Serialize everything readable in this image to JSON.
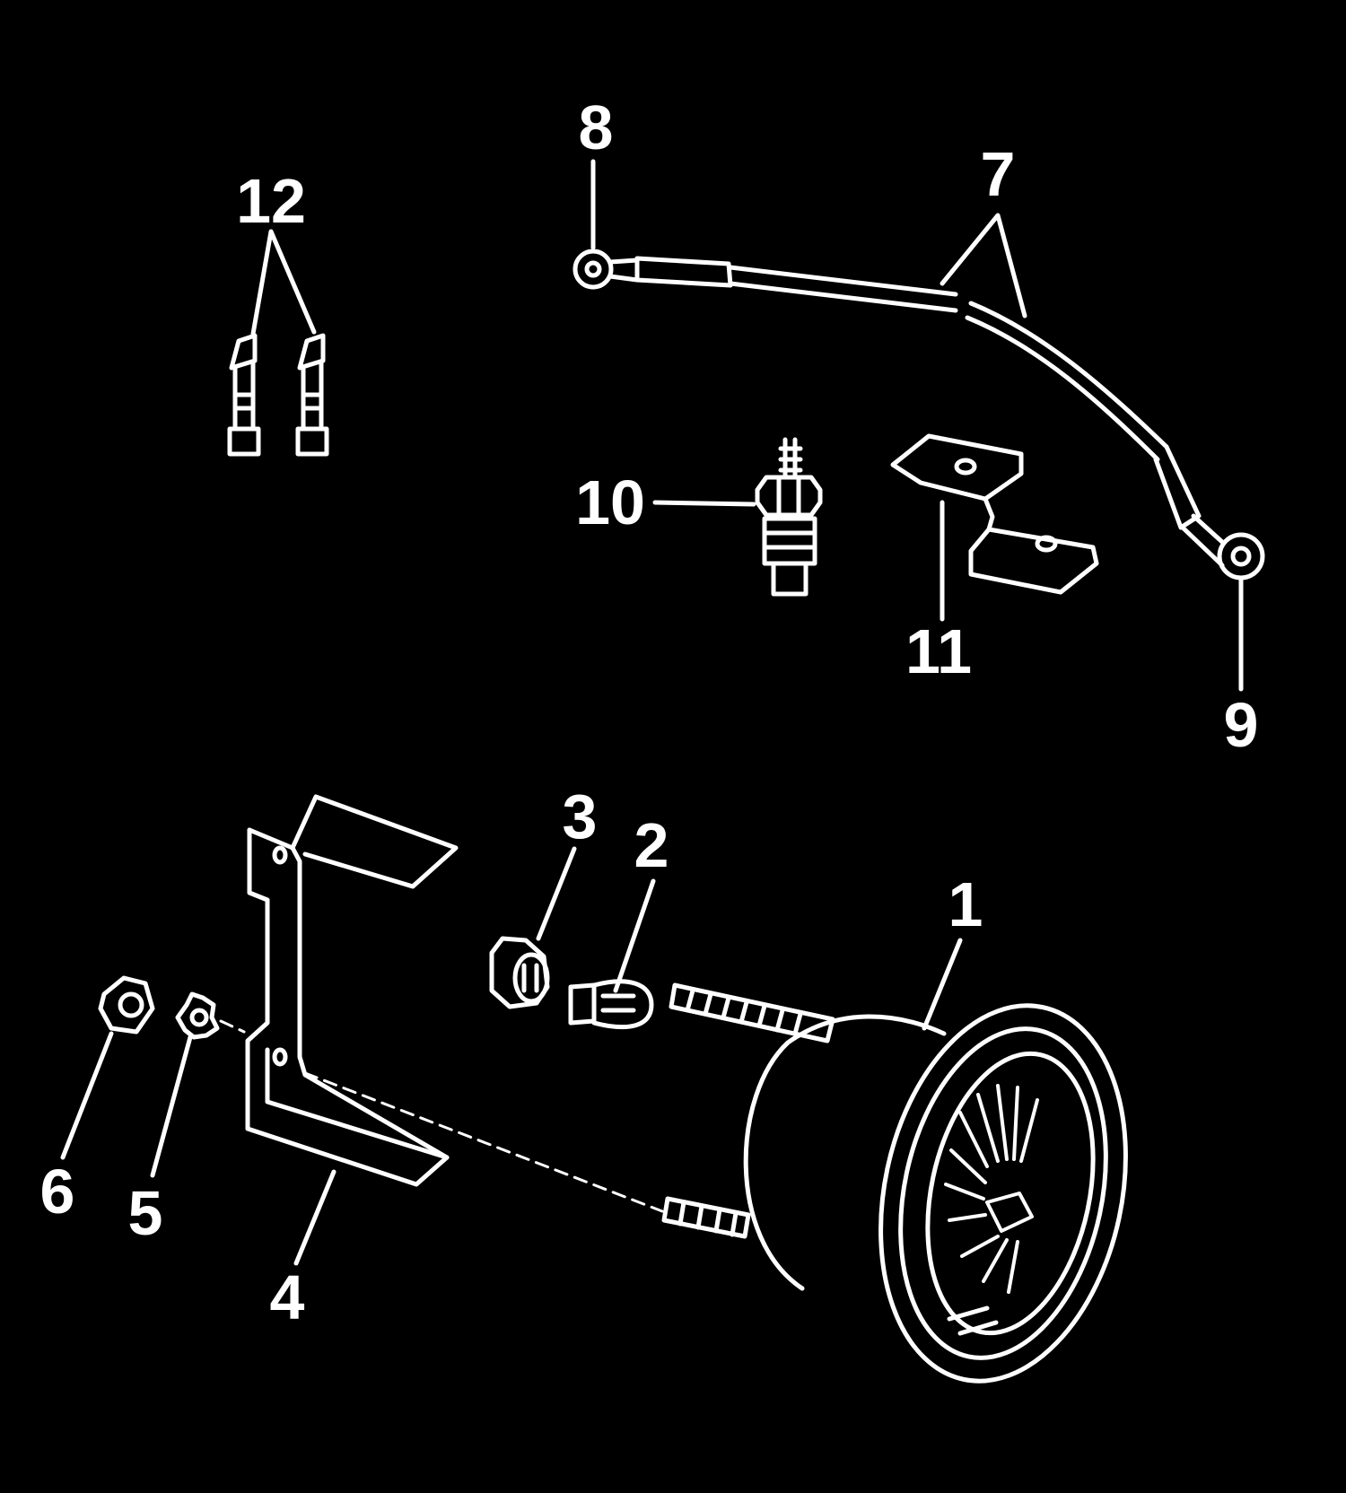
{
  "colors": {
    "background": "#000000",
    "line": "#ffffff"
  },
  "callouts": {
    "c1": "1",
    "c2": "2",
    "c3": "3",
    "c4": "4",
    "c5": "5",
    "c6": "6",
    "c7": "7",
    "c8": "8",
    "c9": "9",
    "c10": "10",
    "c11": "11",
    "c12": "12"
  }
}
